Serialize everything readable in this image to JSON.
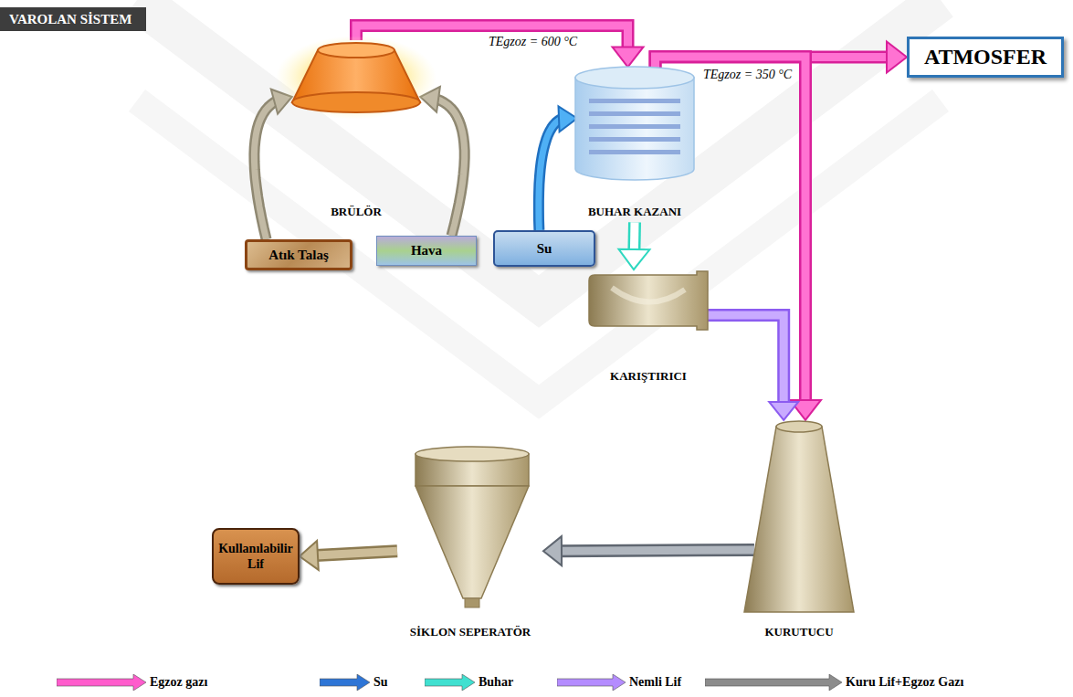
{
  "diagram": {
    "title": "VAROLAN SİSTEM",
    "nodes": [
      {
        "text": [
          "BRÜLÖR"
        ]
      },
      {
        "text": [
          "BUHAR KAZANI"
        ]
      },
      {
        "text": [
          "ATMOSFER"
        ]
      },
      {
        "text": [
          "Atık Talaş"
        ]
      },
      {
        "text": [
          "Hava"
        ]
      },
      {
        "text": [
          "Su"
        ]
      },
      {
        "text": [
          "KARIŞTIRICI"
        ]
      },
      {
        "text": [
          "Kullanılabilir Lif"
        ]
      },
      {
        "text": [
          "SİKLON SEPERATÖR"
        ]
      },
      {
        "text": [
          "KURUTUCU"
        ]
      }
    ],
    "edges": [
      {
        "from": 3,
        "to": 0,
        "arrow": "to"
      },
      {
        "from": 4,
        "to": 0,
        "arrow": "to"
      },
      {
        "from": 0,
        "to": 1,
        "arrow": "to",
        "label": "TEgzoz = 600 °C"
      },
      {
        "from": 5,
        "to": 1,
        "arrow": "to"
      },
      {
        "from": 1,
        "to": 2,
        "arrow": "to",
        "label": "TEgzoz = 350 °C"
      },
      {
        "from": 1,
        "to": 9,
        "arrow": "to"
      },
      {
        "from": 1,
        "to": 6,
        "arrow": "to"
      },
      {
        "from": 6,
        "to": 9,
        "arrow": "to"
      },
      {
        "from": 9,
        "to": 8,
        "arrow": "to"
      },
      {
        "from": 8,
        "to": 7,
        "arrow": "to"
      }
    ],
    "legend": [
      {
        "text": "Egzoz gazı",
        "color": "#ff5ccc"
      },
      {
        "text": "Su",
        "color": "#2e75d6"
      },
      {
        "text": "Buhar",
        "color": "#40e0d0"
      },
      {
        "text": "Nemli Lif",
        "color": "#b48cff"
      },
      {
        "text": "Kuru Lif+Egzoz Gazı",
        "color": "#8c8c8c"
      }
    ]
  }
}
